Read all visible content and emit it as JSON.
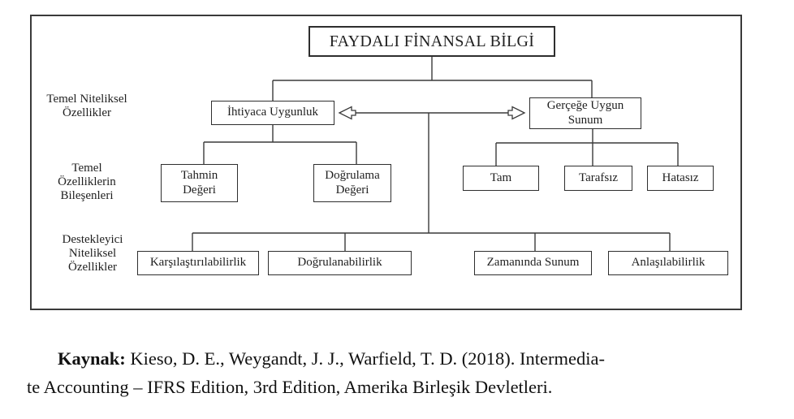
{
  "figure": {
    "root_label": "FAYDALI FİNANSAL BİLGİ",
    "side_labels": {
      "fundamental": [
        "Temel Niteliksel",
        "Özellikler"
      ],
      "components": [
        "Temel",
        "Özelliklerin",
        "Bileşenleri"
      ],
      "enhancing": [
        "Destekleyici",
        "Niteliksel",
        "Özellikler"
      ]
    },
    "level1": {
      "relevance": "İhtiyaca Uygunluk",
      "faithful_representation": [
        "Gerçeğe Uygun",
        "Sunum"
      ]
    },
    "level2_left": {
      "predictive_value": [
        "Tahmin",
        "Değeri"
      ],
      "confirmatory_value": [
        "Doğrulama",
        "Değeri"
      ]
    },
    "level2_right": {
      "complete": "Tam",
      "neutral": "Tarafsız",
      "error_free": "Hatasız"
    },
    "level3": {
      "comparability": "Karşılaştırılabilirlik",
      "verifiability": "Doğrulanabilirlik",
      "timeliness": "Zamanında Sunum",
      "understandability": "Anlaşılabilirlik"
    }
  },
  "caption": {
    "prefix": "Kaynak:",
    "line1_rest": " Kieso, D. E., Weygandt, J. J., Warfield, T. D. (2018). Intermedia-",
    "line2": "te Accounting – IFRS Edition, 3rd Edition, Amerika Birleşik Devletleri."
  },
  "colors": {
    "ink": "#1f1f1f",
    "line": "#3a3a3a",
    "background": "#ffffff"
  }
}
